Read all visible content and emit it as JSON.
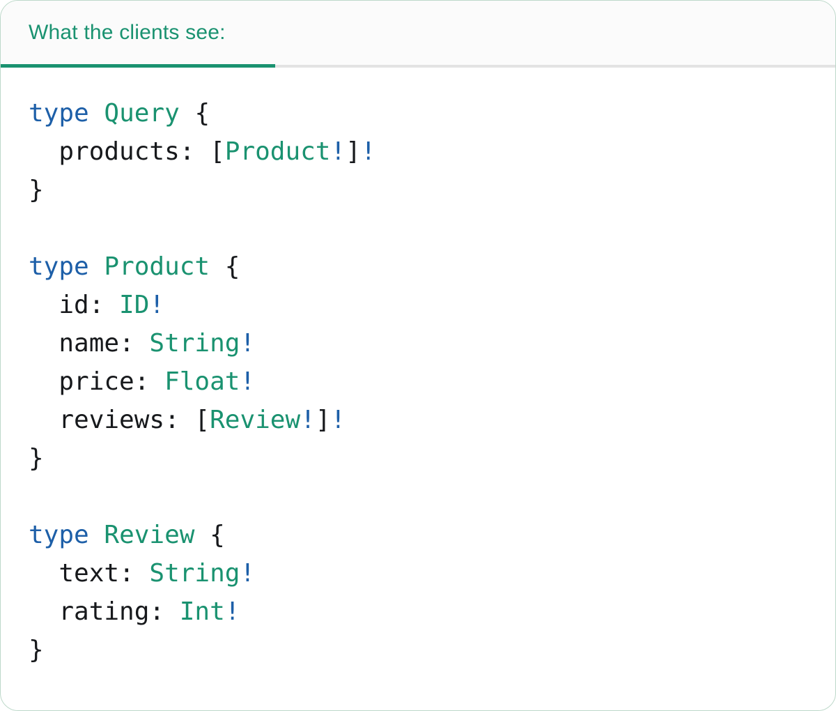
{
  "colors": {
    "accent_teal": "#1a9270",
    "keyword_blue": "#1d5fa8",
    "code_text": "#17191c",
    "divider_gray": "#e3e3e3",
    "card_border": "#bcd8c9",
    "card_bg": "#ffffff",
    "header_bg": "#fbfbfb"
  },
  "header": {
    "tab_label": "What the clients see:"
  },
  "code": {
    "language": "graphql",
    "lines": [
      [
        {
          "t": "type",
          "s": "kw"
        },
        {
          "t": " ",
          "s": "plain"
        },
        {
          "t": "Query",
          "s": "type"
        },
        {
          "t": " {",
          "s": "plain"
        }
      ],
      [
        {
          "t": "  products: [",
          "s": "plain"
        },
        {
          "t": "Product",
          "s": "type"
        },
        {
          "t": "!",
          "s": "kw"
        },
        {
          "t": "]",
          "s": "plain"
        },
        {
          "t": "!",
          "s": "kw"
        }
      ],
      [
        {
          "t": "}",
          "s": "plain"
        }
      ],
      [],
      [
        {
          "t": "type",
          "s": "kw"
        },
        {
          "t": " ",
          "s": "plain"
        },
        {
          "t": "Product",
          "s": "type"
        },
        {
          "t": " {",
          "s": "plain"
        }
      ],
      [
        {
          "t": "  id: ",
          "s": "plain"
        },
        {
          "t": "ID",
          "s": "type"
        },
        {
          "t": "!",
          "s": "kw"
        }
      ],
      [
        {
          "t": "  name: ",
          "s": "plain"
        },
        {
          "t": "String",
          "s": "type"
        },
        {
          "t": "!",
          "s": "kw"
        }
      ],
      [
        {
          "t": "  price: ",
          "s": "plain"
        },
        {
          "t": "Float",
          "s": "type"
        },
        {
          "t": "!",
          "s": "kw"
        }
      ],
      [
        {
          "t": "  reviews: [",
          "s": "plain"
        },
        {
          "t": "Review",
          "s": "type"
        },
        {
          "t": "!",
          "s": "kw"
        },
        {
          "t": "]",
          "s": "plain"
        },
        {
          "t": "!",
          "s": "kw"
        }
      ],
      [
        {
          "t": "}",
          "s": "plain"
        }
      ],
      [],
      [
        {
          "t": "type",
          "s": "kw"
        },
        {
          "t": " ",
          "s": "plain"
        },
        {
          "t": "Review",
          "s": "type"
        },
        {
          "t": " {",
          "s": "plain"
        }
      ],
      [
        {
          "t": "  text: ",
          "s": "plain"
        },
        {
          "t": "String",
          "s": "type"
        },
        {
          "t": "!",
          "s": "kw"
        }
      ],
      [
        {
          "t": "  rating: ",
          "s": "plain"
        },
        {
          "t": "Int",
          "s": "type"
        },
        {
          "t": "!",
          "s": "kw"
        }
      ],
      [
        {
          "t": "}",
          "s": "plain"
        }
      ]
    ]
  }
}
